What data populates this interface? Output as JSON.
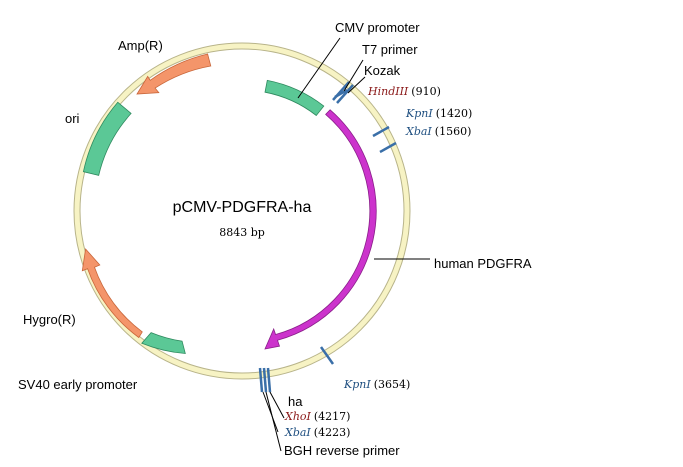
{
  "plasmid": {
    "name": "pCMV-PDGFRA-ha",
    "size_text": "8843 bp",
    "backbone_color": "#f7f3c4"
  },
  "features": [
    {
      "id": "cmv",
      "label": "CMV promoter",
      "color": "#5bc896",
      "type": "box"
    },
    {
      "id": "pdgfra",
      "label": "human PDGFRA",
      "color": "#cc33cc",
      "type": "arrow-cw"
    },
    {
      "id": "sv40",
      "label": "SV40 early promoter",
      "color": "#5bc896",
      "type": "box"
    },
    {
      "id": "hygro",
      "label": "Hygro(R)",
      "color": "#f4956a",
      "type": "arrow-ccw"
    },
    {
      "id": "ori",
      "label": "ori",
      "color": "#5bc896",
      "type": "box"
    },
    {
      "id": "amp",
      "label": "Amp(R)",
      "color": "#f4956a",
      "type": "arrow-ccw"
    }
  ],
  "markers": [
    {
      "id": "t7",
      "label": "T7 primer",
      "color": "#3a6fa8"
    },
    {
      "id": "kozak",
      "label": "Kozak",
      "color": "#3a6fa8"
    },
    {
      "id": "ha",
      "label": "ha",
      "color": "#3a6fa8"
    },
    {
      "id": "bgh",
      "label": "BGH reverse primer",
      "color": "#3a6fa8"
    }
  ],
  "sites": [
    {
      "id": "hindiii",
      "name": "HindIII",
      "pos": "(910)",
      "color": "#8b1a1a"
    },
    {
      "id": "kpni1",
      "name": "KpnI",
      "pos": "(1420)",
      "color": "#1f4f80"
    },
    {
      "id": "xbai1",
      "name": "XbaI",
      "pos": "(1560)",
      "color": "#1f4f80"
    },
    {
      "id": "kpni2",
      "name": "KpnI",
      "pos": "(3654)",
      "color": "#1f4f80"
    },
    {
      "id": "xhoi",
      "name": "XhoI",
      "pos": "(4217)",
      "color": "#8b1a1a"
    },
    {
      "id": "xbai2",
      "name": "XbaI",
      "pos": "(4223)",
      "color": "#1f4f80"
    }
  ]
}
